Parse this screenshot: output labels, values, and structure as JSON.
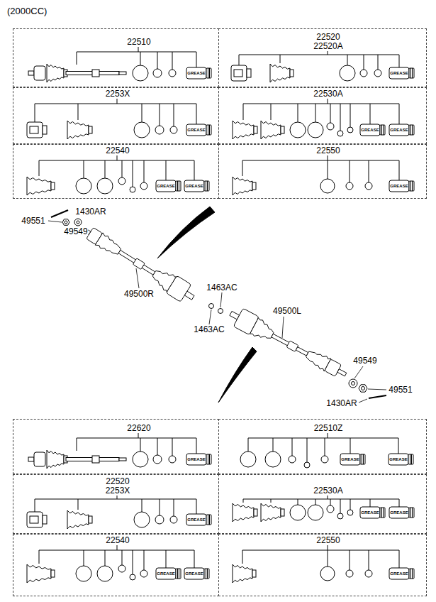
{
  "diagram": {
    "title": "(2000CC)",
    "nodes": [
      {
        "text": [
          "22510"
        ]
      },
      {
        "text": [
          "22520",
          "22520A"
        ]
      },
      {
        "text": [
          "2253X"
        ]
      },
      {
        "text": [
          "22530A"
        ]
      },
      {
        "text": [
          "22540"
        ]
      },
      {
        "text": [
          "22550"
        ]
      },
      {
        "text": [
          "22620"
        ]
      },
      {
        "text": [
          "22510Z"
        ]
      },
      {
        "text": [
          "22520",
          "2253X"
        ]
      },
      {
        "text": [
          "22530A"
        ]
      },
      {
        "text": [
          "22540"
        ]
      },
      {
        "text": [
          "22550"
        ]
      }
    ],
    "labels": [
      "GREASE",
      "GREASE",
      "GREASE",
      "GREASE",
      "GREASE",
      "GREASE",
      "GREASE",
      "GREASE",
      "49551",
      "1430AR",
      "49549",
      "49500R",
      "1463AC",
      "1463AC",
      "49500L",
      "49549",
      "49551",
      "1430AR",
      "GREASE",
      "GREASE",
      "GREASE",
      "GREASE",
      "GREASE",
      "GREASE",
      "GREASE",
      "GREASE",
      "GREASE"
    ]
  }
}
